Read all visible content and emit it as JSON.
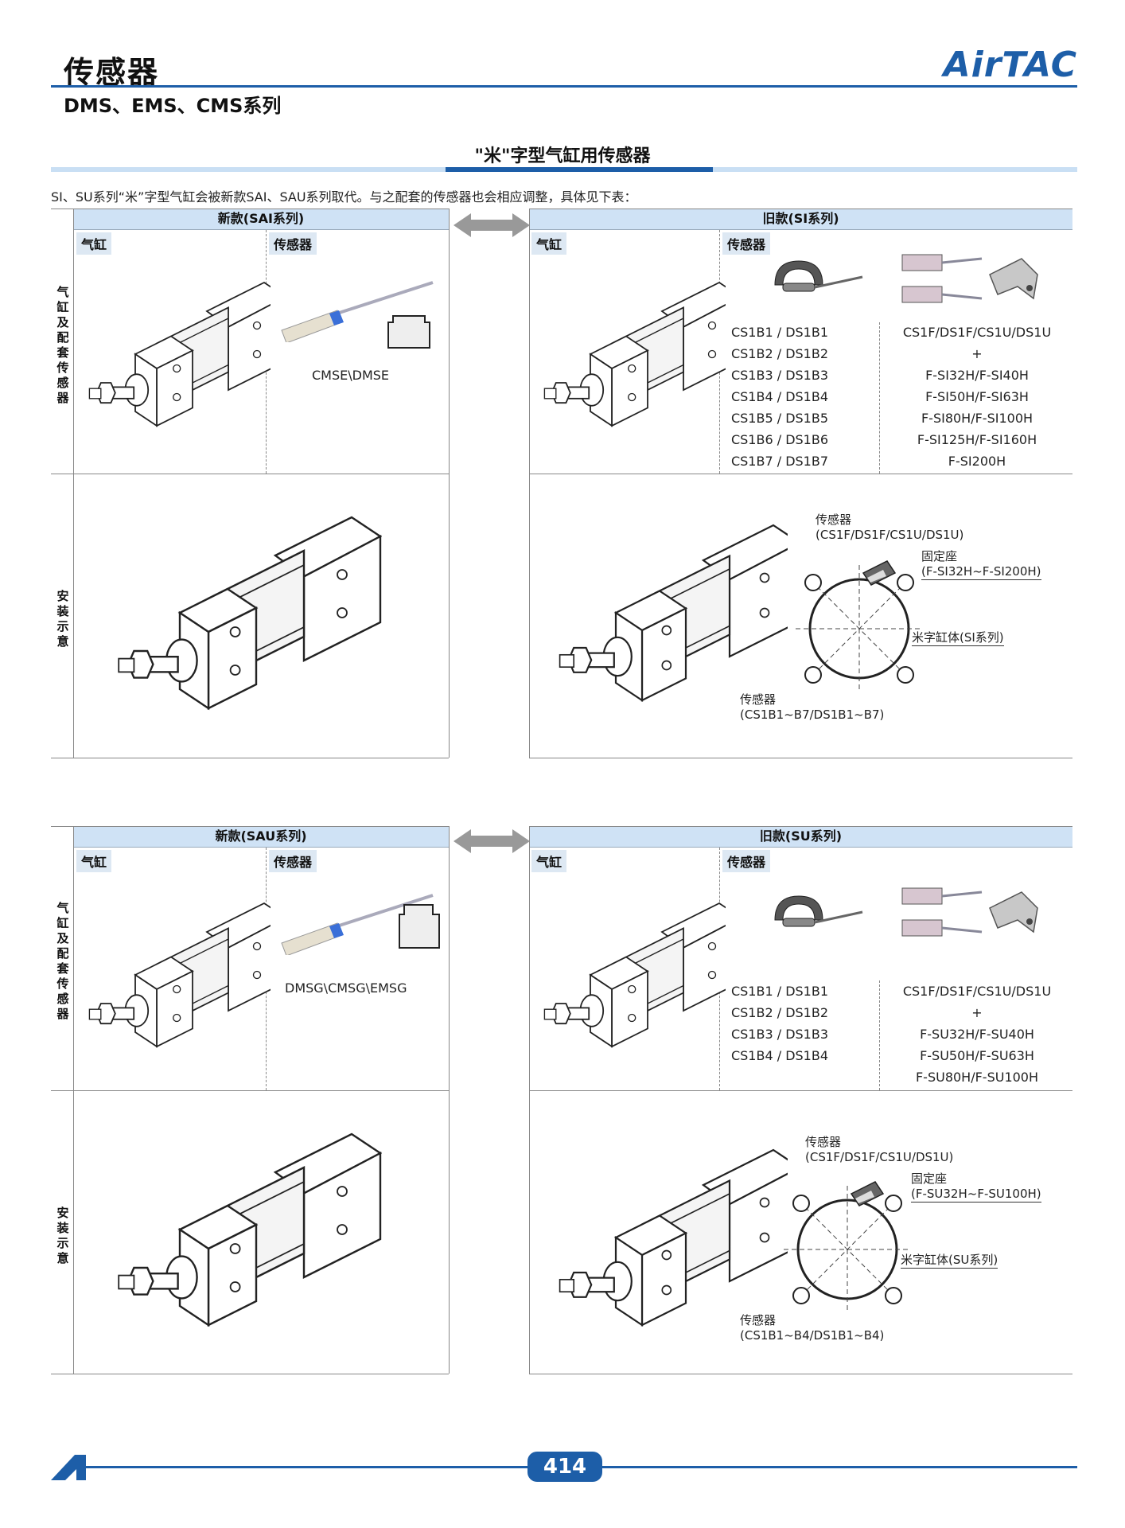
{
  "header": {
    "title": "传感器",
    "subtitle": "DMS、EMS、CMS系列",
    "logo": "AirTAC"
  },
  "section": {
    "title": "\"米\"字型气缸用传感器",
    "intro": "SI、SU系列“米”字型气缸会被新款SAI、SAU系列取代。与之配套的传感器也会相应调整，具体见下表："
  },
  "labels": {
    "cylinder": "气缸",
    "sensor": "传感器",
    "row1": "气缸及配套传感器",
    "row2": "安装示意"
  },
  "block1": {
    "new_header": "新款(SAI系列)",
    "old_header": "旧款(SI系列)",
    "new_sensor": "CMSE\\DMSE",
    "old_codes_a": [
      "CS1B1 / DS1B1",
      "CS1B2 / DS1B2",
      "CS1B3 / DS1B3",
      "CS1B4 / DS1B4",
      "CS1B5 / DS1B5",
      "CS1B6 / DS1B6",
      "CS1B7 / DS1B7"
    ],
    "old_codes_b": [
      "CS1F/DS1F/CS1U/DS1U",
      "+",
      "F-SI32H/F-SI40H",
      "F-SI50H/F-SI63H",
      "F-SI80H/F-SI100H",
      "F-SI125H/F-SI160H",
      "F-SI200H"
    ],
    "install": {
      "sensor_label": "传感器",
      "sensor_model": "(CS1F/DS1F/CS1U/DS1U)",
      "mount_label": "固定座",
      "mount_model": "(F-SI32H~F-SI200H)",
      "body_label": "米字缸体(SI系列)",
      "sensor2_label": "传感器",
      "sensor2_model": "(CS1B1~B7/DS1B1~B7)"
    }
  },
  "block2": {
    "new_header": "新款(SAU系列)",
    "old_header": "旧款(SU系列)",
    "new_sensor": "DMSG\\CMSG\\EMSG",
    "old_codes_a": [
      "CS1B1 / DS1B1",
      "CS1B2 / DS1B2",
      "CS1B3 / DS1B3",
      "CS1B4 / DS1B4"
    ],
    "old_codes_b": [
      "CS1F/DS1F/CS1U/DS1U",
      "+",
      "F-SU32H/F-SU40H",
      "F-SU50H/F-SU63H",
      "F-SU80H/F-SU100H"
    ],
    "install": {
      "sensor_label": "传感器",
      "sensor_model": "(CS1F/DS1F/CS1U/DS1U)",
      "mount_label": "固定座",
      "mount_model": "(F-SU32H~F-SU100H)",
      "body_label": "米字缸体(SU系列)",
      "sensor2_label": "传感器",
      "sensor2_model": "(CS1B1~B4/DS1B1~B4)"
    }
  },
  "footer": {
    "page": "414"
  },
  "colors": {
    "brand": "#1d5ea8",
    "header_bg": "#cfe2f5"
  }
}
